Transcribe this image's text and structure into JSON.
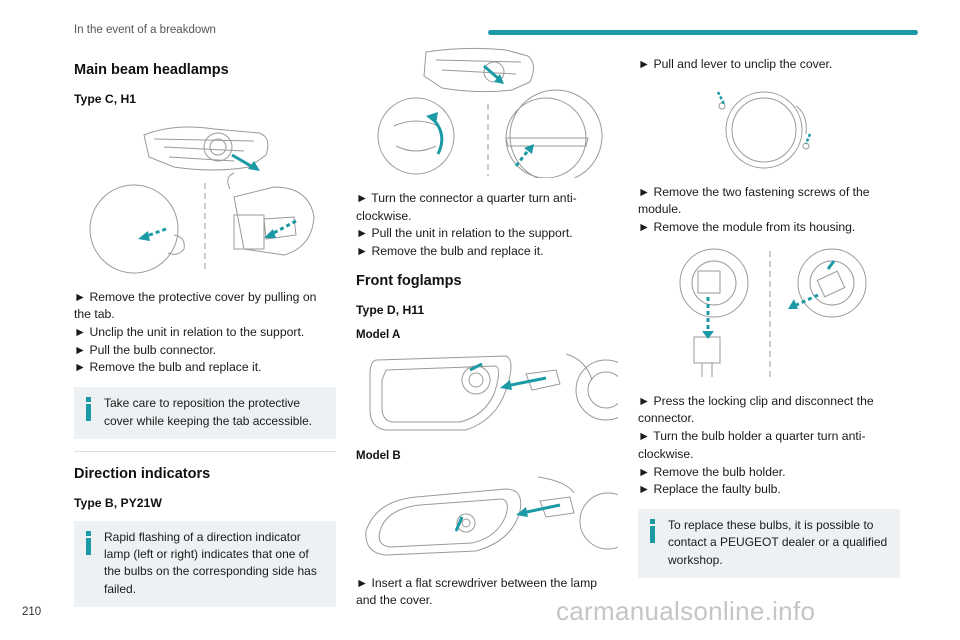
{
  "header": {
    "section": "In the event of a breakdown"
  },
  "page_number": "210",
  "watermark": "carmanualsonline.info",
  "col1": {
    "title": "Main beam headlamps",
    "subtitle": "Type C, H1",
    "steps": [
      "► Remove the protective cover by pulling on the tab.",
      "► Unclip the unit in relation to the support.",
      "► Pull the bulb connector.",
      "► Remove the bulb and replace it."
    ],
    "note": "Take care to reposition the protective cover while keeping the tab accessible.",
    "title2": "Direction indicators",
    "subtitle2": "Type B, PY21W",
    "note2": "Rapid flashing of a direction indicator lamp (left or right) indicates that one of the bulbs on the corresponding side has failed."
  },
  "col2": {
    "steps": [
      "► Turn the connector a quarter turn anti-clockwise.",
      "► Pull the unit in relation to the support.",
      "► Remove the bulb and replace it."
    ],
    "title": "Front foglamps",
    "subtitle": "Type D, H11",
    "model_a": "Model A",
    "model_b": "Model B",
    "steps2": [
      "► Insert a flat screwdriver between the lamp and the cover."
    ]
  },
  "col3": {
    "steps1": [
      "► Pull and lever to unclip the cover."
    ],
    "steps2": [
      "► Remove the two fastening screws of the module.",
      "► Remove the module from its housing."
    ],
    "steps3": [
      "► Press the locking clip and disconnect the connector.",
      "► Turn the bulb holder a quarter turn anti-clockwise.",
      "► Remove the bulb holder.",
      "► Replace the faulty bulb."
    ],
    "note": "To replace these bulbs, it is possible to contact a PEUGEOT dealer or a qualified workshop."
  },
  "colors": {
    "accent": "#1b9aa5",
    "note_bg": "#eef1f3",
    "line_art": "#8a8a8a"
  }
}
